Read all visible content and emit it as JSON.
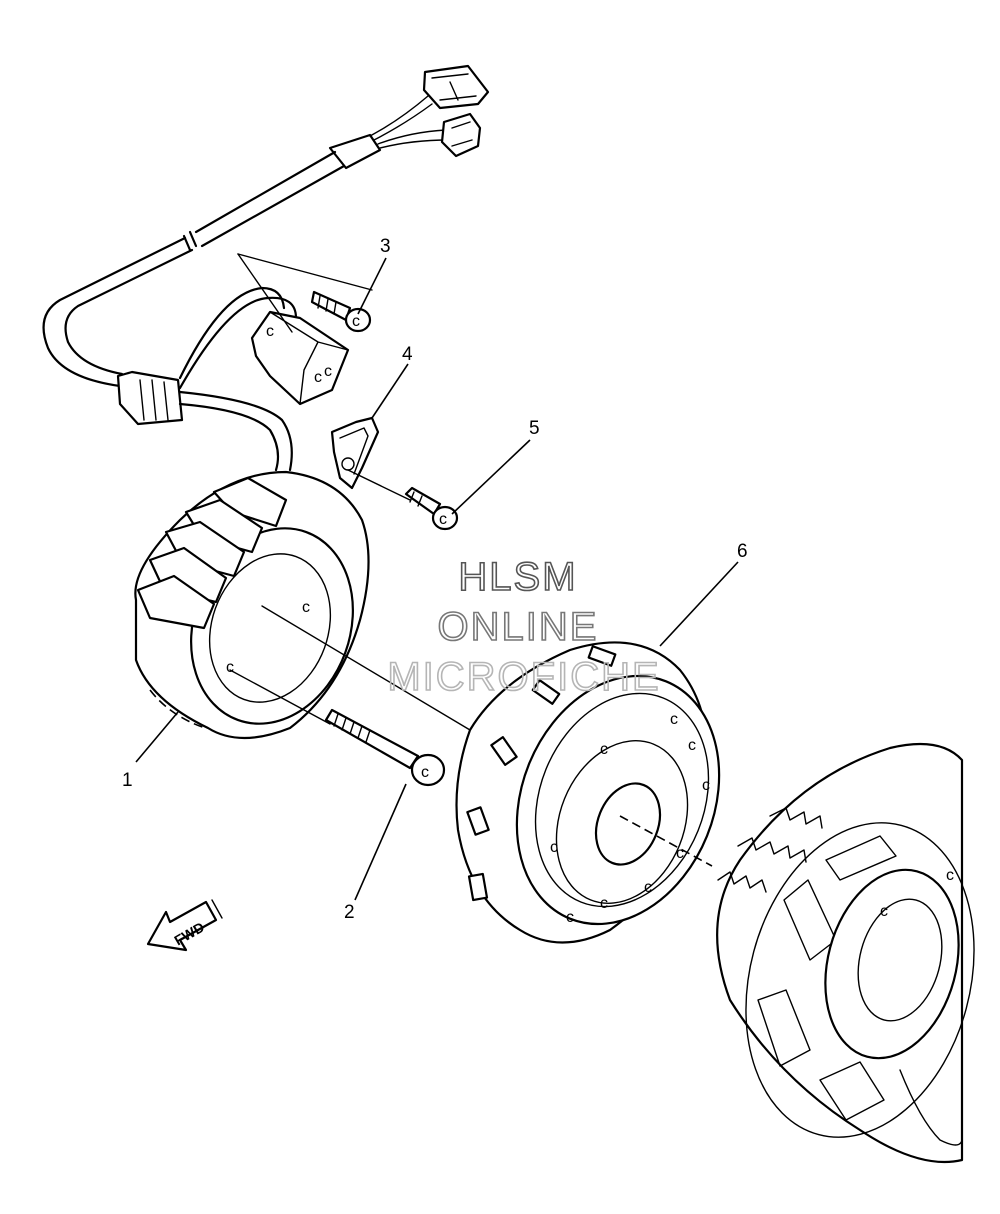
{
  "callouts": [
    {
      "id": "1",
      "label": "1"
    },
    {
      "id": "2",
      "label": "2"
    },
    {
      "id": "3",
      "label": "3"
    },
    {
      "id": "4",
      "label": "4"
    },
    {
      "id": "5",
      "label": "5"
    },
    {
      "id": "6",
      "label": "6"
    }
  ],
  "watermark": {
    "line1": "HLSM",
    "line2": "ONLINE",
    "line3": "MICROFICHE"
  },
  "fwd_arrow": {
    "label": "FWD"
  },
  "colors": {
    "line": "#000000",
    "background": "#ffffff",
    "watermark_dark": "#555555",
    "watermark_light": "#b5b5b5"
  }
}
